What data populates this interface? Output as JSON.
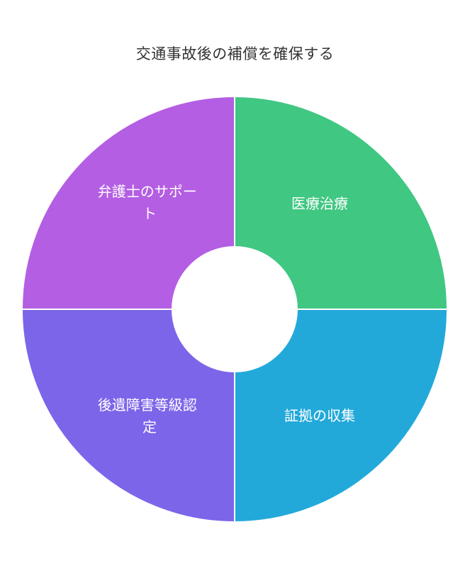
{
  "title": "交通事故後の補償を確保する",
  "segments": [
    {
      "id": "medical",
      "lines": [
        "医療治療"
      ],
      "color": "#40c782"
    },
    {
      "id": "evidence",
      "lines": [
        "証拠の収集"
      ],
      "color": "#22a9da"
    },
    {
      "id": "disability",
      "lines": [
        "後遺障害等級認",
        "定"
      ],
      "color": "#7d65ea"
    },
    {
      "id": "lawyer",
      "lines": [
        "弁護士のサポー",
        "ト"
      ],
      "color": "#b45ee3"
    }
  ]
}
